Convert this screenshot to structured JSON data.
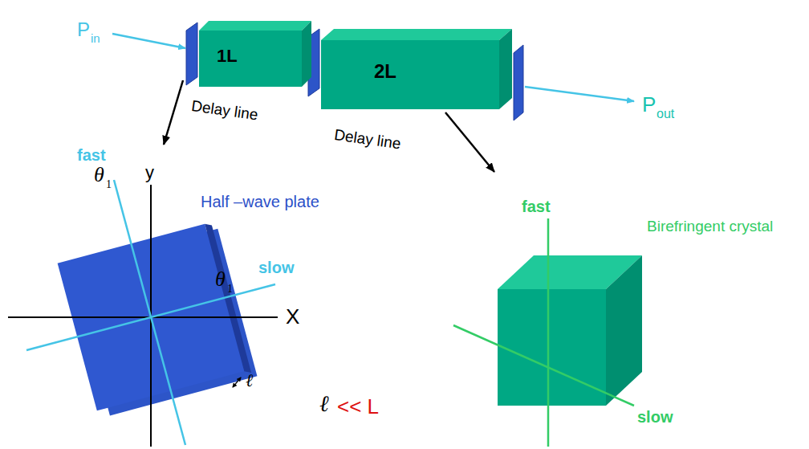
{
  "diagram": {
    "nodes": [
      {
        "text": [
          "1L"
        ]
      },
      {
        "text": [
          "2L"
        ]
      }
    ],
    "labels": [
      "P",
      "in",
      "Delay line",
      "Delay line",
      "P",
      "out",
      "y",
      "fast",
      "θ",
      "1",
      "Half –wave plate",
      "slow",
      "θ",
      "1",
      "X",
      "ℓ",
      "ℓ",
      "<< L",
      "fast",
      "Birefringent crystal",
      "slow"
    ]
  }
}
